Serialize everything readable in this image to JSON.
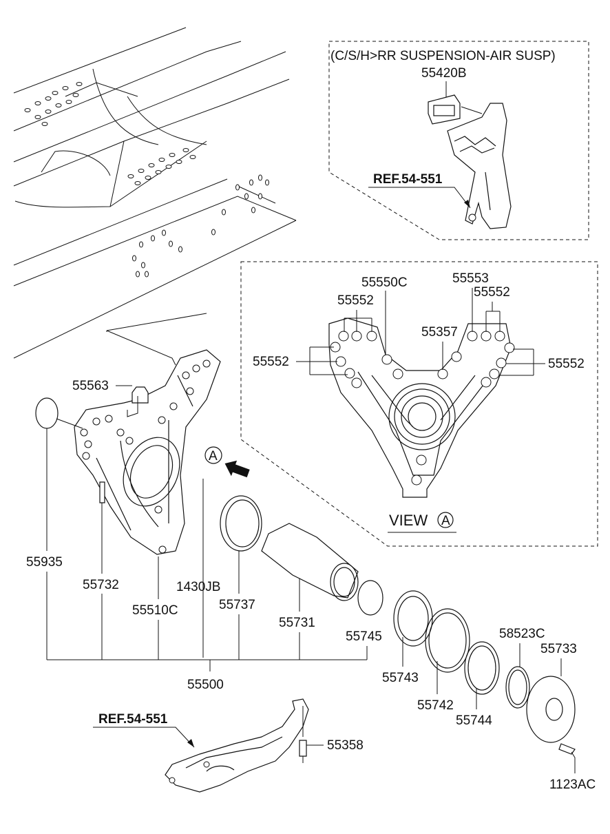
{
  "callouts": {
    "p55420B": "55420B",
    "p55563": "55563",
    "p55550C": "55550C",
    "p55553": "55553",
    "p55552_tl": "55552",
    "p55552_tr": "55552",
    "p55552_l": "55552",
    "p55552_r": "55552",
    "p55357": "55357",
    "p55935": "55935",
    "p55732": "55732",
    "p55510C": "55510C",
    "p1430JB": "1430JB",
    "p55737": "55737",
    "p55731": "55731",
    "p55745": "55745",
    "p55500": "55500",
    "p55743": "55743",
    "p55742": "55742",
    "p55744": "55744",
    "p58523C": "58523C",
    "p55733": "55733",
    "p55358": "55358",
    "p1123AC": "1123AC"
  },
  "notes": {
    "inset_title": "(C/S/H>RR SUSPENSION-AIR SUSP)",
    "ref_top": "REF.54-551",
    "ref_bottom": "REF.54-551",
    "view_word": "VIEW",
    "view_letter": "A",
    "arrow_letter": "A"
  }
}
